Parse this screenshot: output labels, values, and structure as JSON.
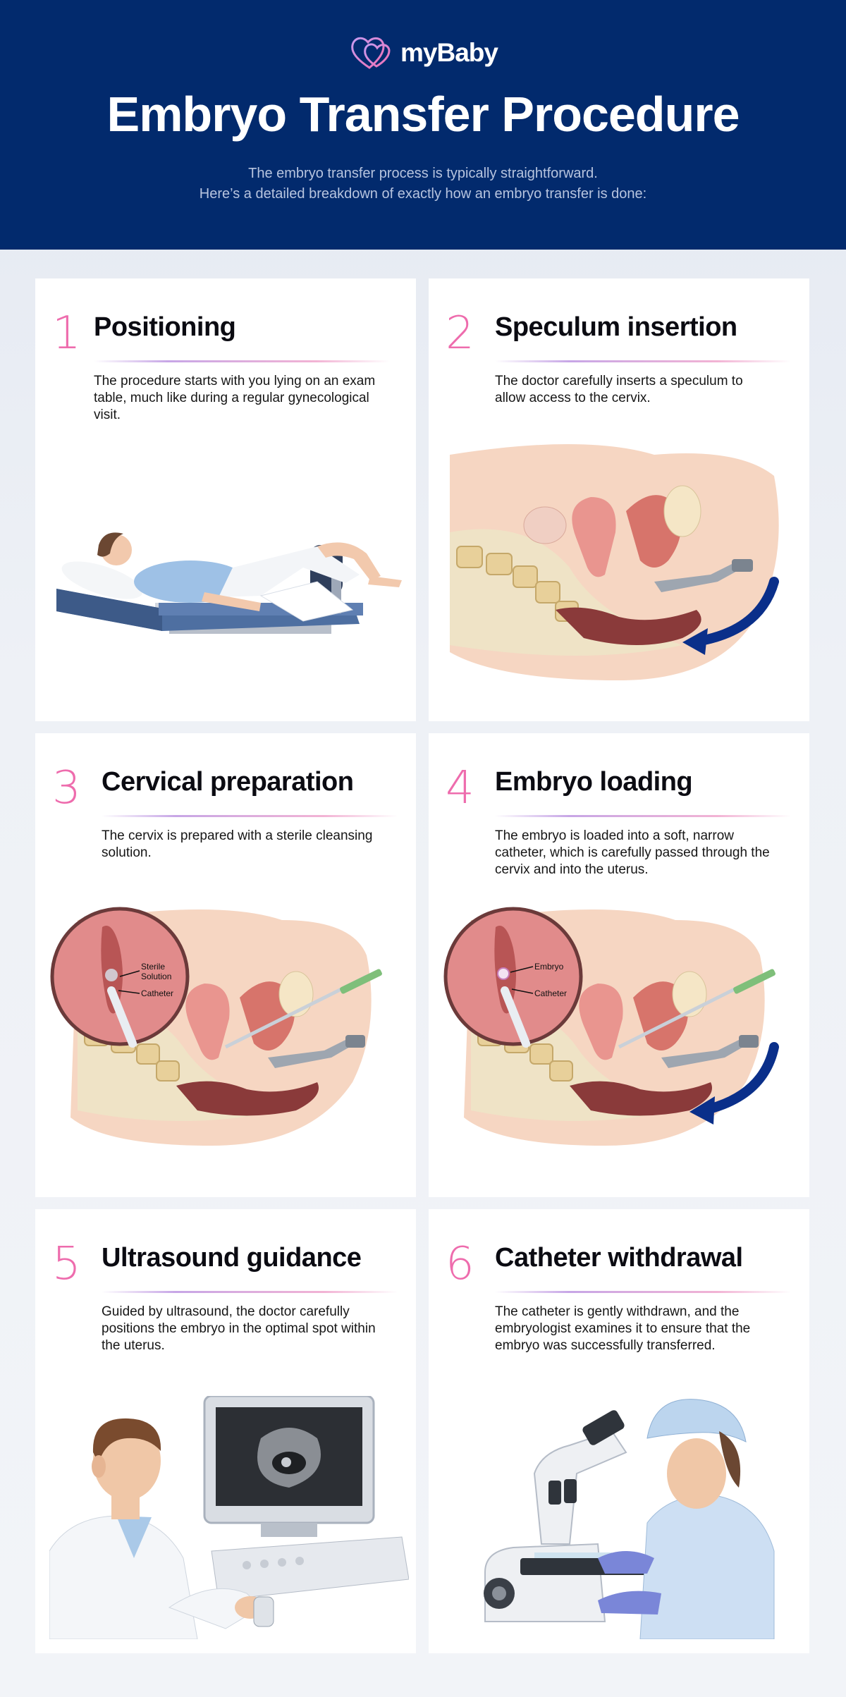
{
  "header": {
    "brand": "myBaby",
    "title": "Embryo Transfer Procedure",
    "subtitle_line1": "The embryo transfer process is typically straightforward.",
    "subtitle_line2": "Here’s a detailed breakdown of exactly how an embryo transfer is done:"
  },
  "colors": {
    "header_bg": "#022a6d",
    "accent_pink": "#ee6cad",
    "arrow_blue": "#0a2f8a"
  },
  "steps": [
    {
      "number": "1",
      "title": "Positioning",
      "description": "The procedure starts with you lying on an exam table, much like during a regular gynecological visit.",
      "illustration": "patient-on-exam-table"
    },
    {
      "number": "2",
      "title": "Speculum insertion",
      "description": "The doctor carefully inserts a speculum to allow access to the cervix.",
      "illustration": "pelvic-cross-section-speculum"
    },
    {
      "number": "3",
      "title": "Cervical preparation",
      "description": "The cervix is prepared with a sterile cleansing solution.",
      "illustration": "pelvic-cross-section-catheter",
      "callouts": [
        "Sterile",
        "Solution",
        "Catheter"
      ]
    },
    {
      "number": "4",
      "title": "Embryo loading",
      "description": "The embryo is loaded into a soft, narrow catheter, which is carefully passed through the cervix and into the uterus.",
      "illustration": "pelvic-cross-section-embryo",
      "callouts": [
        "Embryo",
        "Catheter"
      ]
    },
    {
      "number": "5",
      "title": "Ultrasound guidance",
      "description": "Guided by ultrasound, the doctor carefully positions the embryo in the optimal spot within the uterus.",
      "illustration": "doctor-ultrasound-monitor"
    },
    {
      "number": "6",
      "title": "Catheter withdrawal",
      "description": "The catheter is gently withdrawn, and the embryologist examines it to ensure that the embryo was successfully transferred.",
      "illustration": "embryologist-microscope"
    }
  ]
}
